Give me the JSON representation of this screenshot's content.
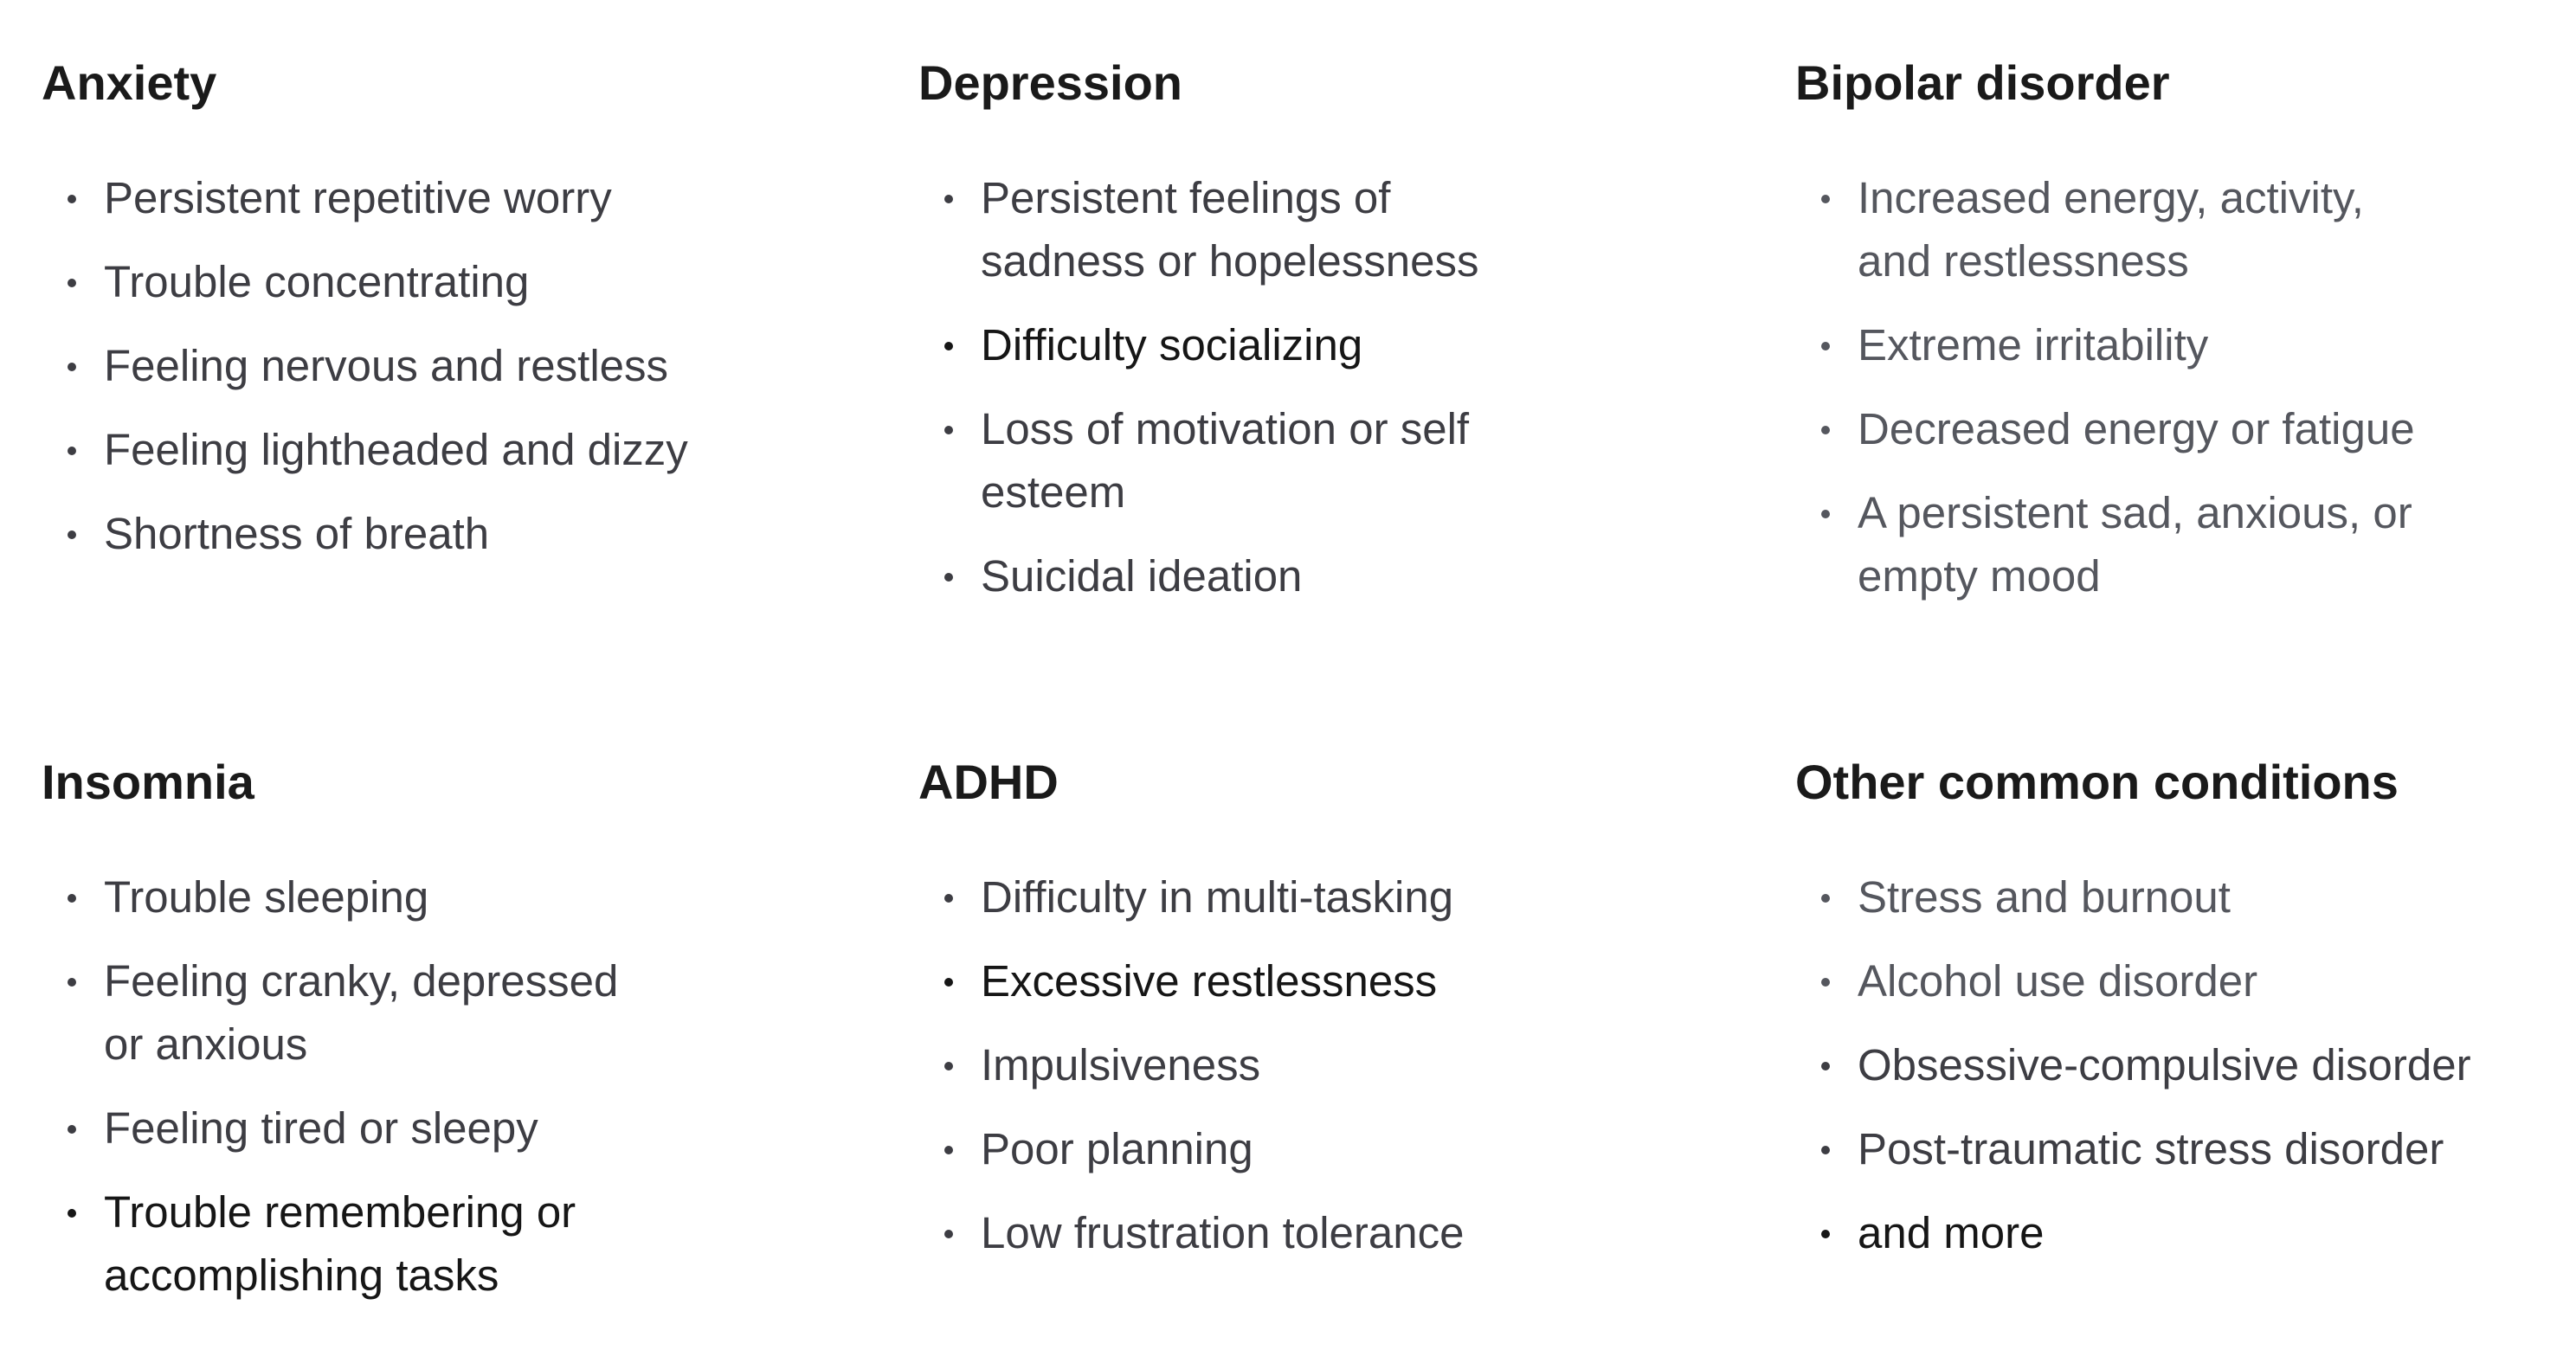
{
  "sections": [
    {
      "title": "Anxiety",
      "items": [
        "Persistent repetitive worry",
        "Trouble concentrating",
        "Feeling nervous and restless",
        "Feeling lightheaded and dizzy",
        "Shortness of breath"
      ]
    },
    {
      "title": "Depression",
      "items": [
        [
          "Persistent feelings of",
          "sadness or hopelessness"
        ],
        "Difficulty socializing",
        [
          "Loss of motivation or self",
          "esteem"
        ],
        "Suicidal ideation"
      ]
    },
    {
      "title": "Bipolar disorder",
      "items": [
        [
          "Increased energy, activity,",
          "and restlessness"
        ],
        "Extreme irritability",
        "Decreased energy or fatigue",
        [
          "A persistent sad, anxious, or",
          "empty mood"
        ]
      ]
    },
    {
      "title": "Insomnia",
      "items": [
        "Trouble sleeping",
        [
          "Feeling cranky, depressed",
          "or anxious"
        ],
        "Feeling tired or sleepy",
        [
          "Trouble remembering or",
          "accomplishing tasks"
        ]
      ]
    },
    {
      "title": "ADHD",
      "items": [
        "Difficulty in multi-tasking",
        "Excessive restlessness",
        "Impulsiveness",
        "Poor planning",
        "Low frustration tolerance"
      ]
    },
    {
      "title": "Other common conditions",
      "items": [
        "Stress and burnout",
        "Alcohol use disorder",
        "Obsessive-compulsive disorder",
        "Post-traumatic stress disorder",
        "and more"
      ]
    }
  ]
}
